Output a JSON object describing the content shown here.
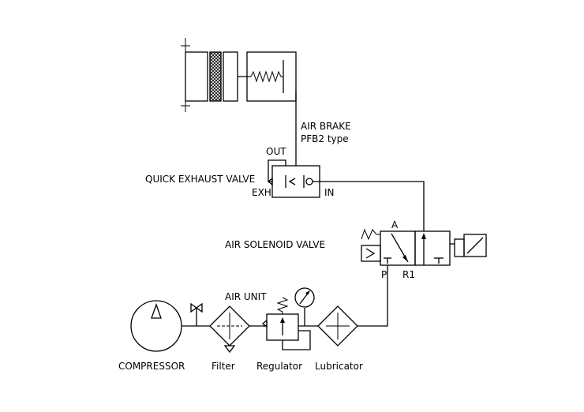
{
  "labels": {
    "air_brake": "AIR  BRAKE",
    "brake_type": "PFB2    type",
    "out_port": "OUT",
    "quick_exhaust_valve": "QUICK  EXHAUST  VALVE",
    "exh_port": "EXH",
    "in_port": "IN",
    "solenoid_port_a": "A",
    "air_solenoid_valve": "AIR  SOLENOID  VALVE",
    "solenoid_port_p": "P",
    "solenoid_port_r1": "R1",
    "air_unit": "AIR  UNIT",
    "compressor": "COMPRESSOR",
    "filter": "Filter",
    "regulator": "Regulator",
    "lubricator": "Lubricator"
  },
  "components": [
    "air-brake-cylinder",
    "quick-exhaust-valve",
    "air-solenoid-valve",
    "compressor",
    "shutoff-valve",
    "filter",
    "regulator",
    "pressure-gauge",
    "lubricator"
  ]
}
